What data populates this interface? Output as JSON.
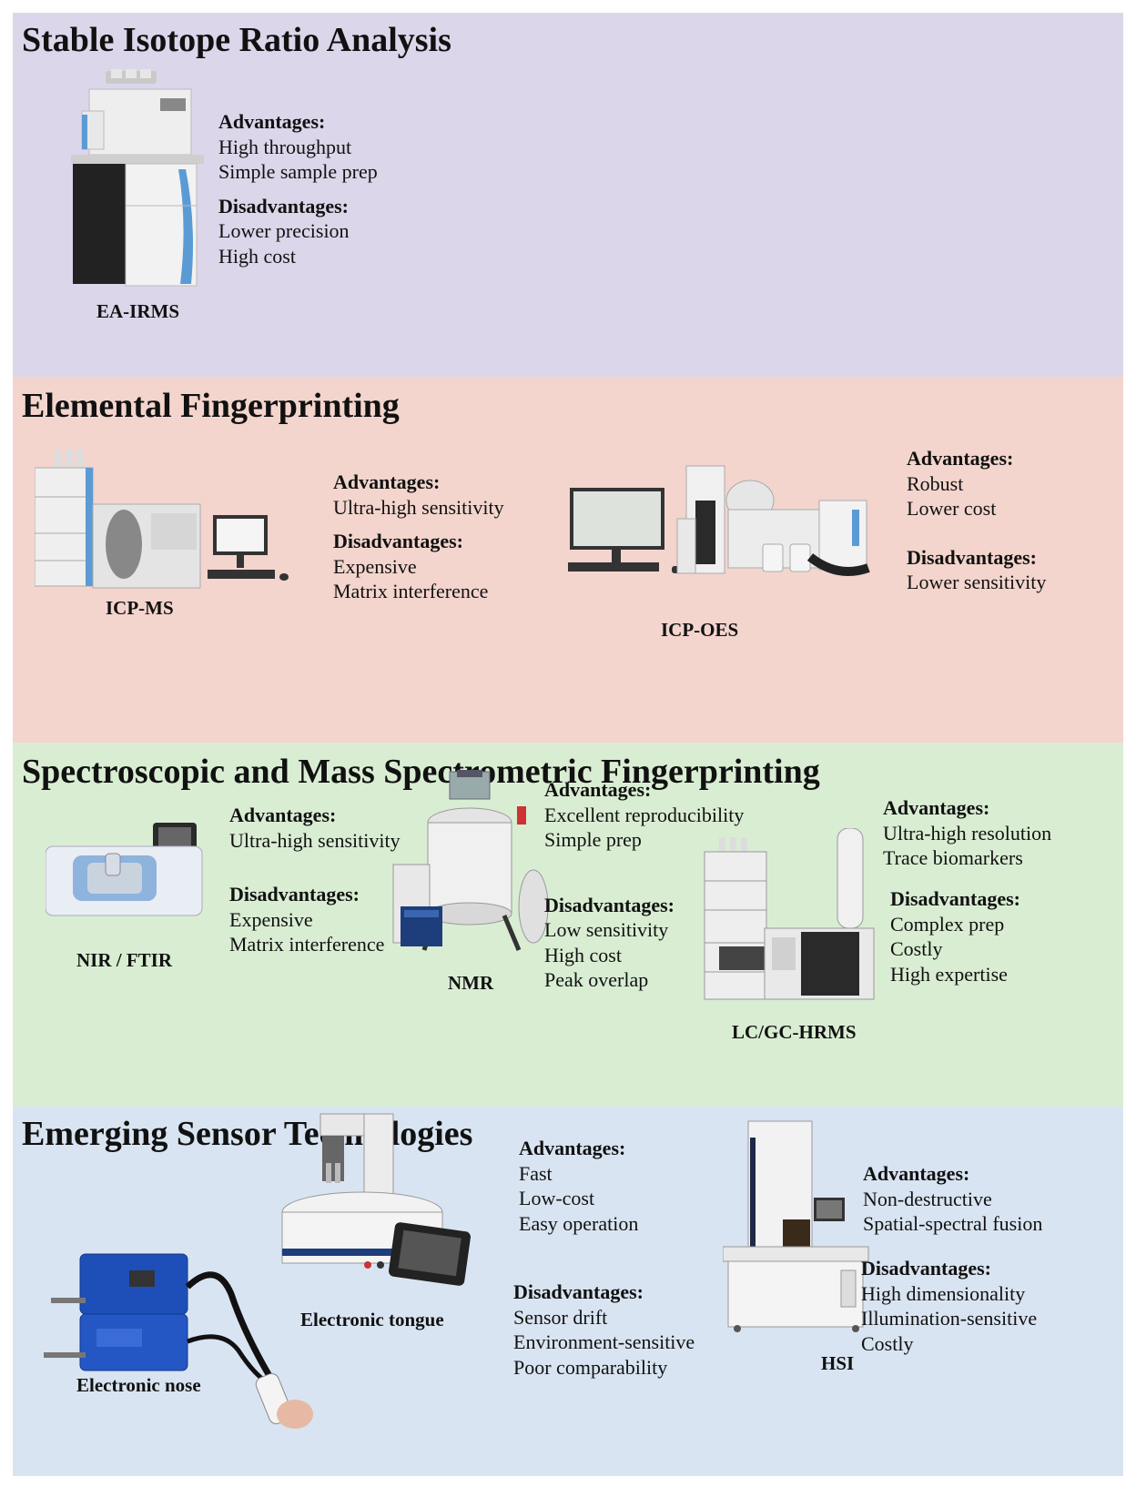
{
  "sections": [
    {
      "title": "Stable Isotope Ratio Analysis",
      "instruments": [
        {
          "label": "EA-IRMS",
          "adv_heading": "Advantages:",
          "adv": [
            "High throughput",
            "Simple sample prep"
          ],
          "dis_heading": "Disadvantages:",
          "dis": [
            "Lower precision",
            "High cost"
          ]
        }
      ]
    },
    {
      "title": "Elemental Fingerprinting",
      "instruments": [
        {
          "label": "ICP-MS",
          "adv_heading": "Advantages:",
          "adv": [
            "Ultra-high sensitivity"
          ],
          "dis_heading": "Disadvantages:",
          "dis": [
            "Expensive",
            "Matrix interference"
          ]
        },
        {
          "label": "ICP-OES",
          "adv_heading": "Advantages:",
          "adv": [
            "Robust",
            "Lower cost"
          ],
          "dis_heading": "Disadvantages:",
          "dis": [
            "Lower sensitivity"
          ]
        }
      ]
    },
    {
      "title": "Spectroscopic and Mass Spectrometric Fingerprinting",
      "instruments": [
        {
          "label": "NIR / FTIR",
          "adv_heading": "Advantages:",
          "adv": [
            "Ultra-high sensitivity"
          ],
          "dis_heading": "Disadvantages:",
          "dis": [
            "Expensive",
            "Matrix interference"
          ]
        },
        {
          "label": "NMR",
          "adv_heading": "Advantages:",
          "adv": [
            "Excellent reproducibility",
            "Simple prep"
          ],
          "dis_heading": "Disadvantages:",
          "dis": [
            "Low sensitivity",
            "High cost",
            "Peak overlap"
          ]
        },
        {
          "label": "LC/GC-HRMS",
          "adv_heading": "Advantages:",
          "adv": [
            "Ultra-high resolution",
            "Trace biomarkers"
          ],
          "dis_heading": "Disadvantages:",
          "dis": [
            "Complex prep",
            "Costly",
            "High expertise"
          ]
        }
      ]
    },
    {
      "title": "Emerging Sensor Technologies",
      "instruments": [
        {
          "label": "Electronic nose"
        },
        {
          "label": "Electronic tongue",
          "adv_heading": "Advantages:",
          "adv": [
            "Fast",
            "Low-cost",
            "Easy operation"
          ],
          "dis_heading": "Disadvantages:",
          "dis": [
            "Sensor drift",
            "Environment-sensitive",
            "Poor comparability"
          ]
        },
        {
          "label": "HSI",
          "adv_heading": "Advantages:",
          "adv": [
            "Non-destructive",
            "Spatial-spectral fusion"
          ],
          "dis_heading": "Disadvantages:",
          "dis": [
            "High dimensionality",
            "Illumination-sensitive",
            "Costly"
          ]
        }
      ]
    }
  ],
  "colors": {
    "isotope_bg": "#dcd6ea",
    "elemental_bg": "#f3d5cd",
    "spectroscopic_bg": "#d9edd3",
    "sensor_bg": "#d9e4f2",
    "instrument_blue": "#5b9bd5"
  },
  "icons": [
    "ea-irms-instrument",
    "icp-ms-instrument",
    "icp-oes-instrument",
    "nir-ftir-instrument",
    "nmr-instrument",
    "lc-gc-hrms-instrument",
    "electronic-nose-instrument",
    "electronic-tongue-instrument",
    "hsi-instrument"
  ]
}
